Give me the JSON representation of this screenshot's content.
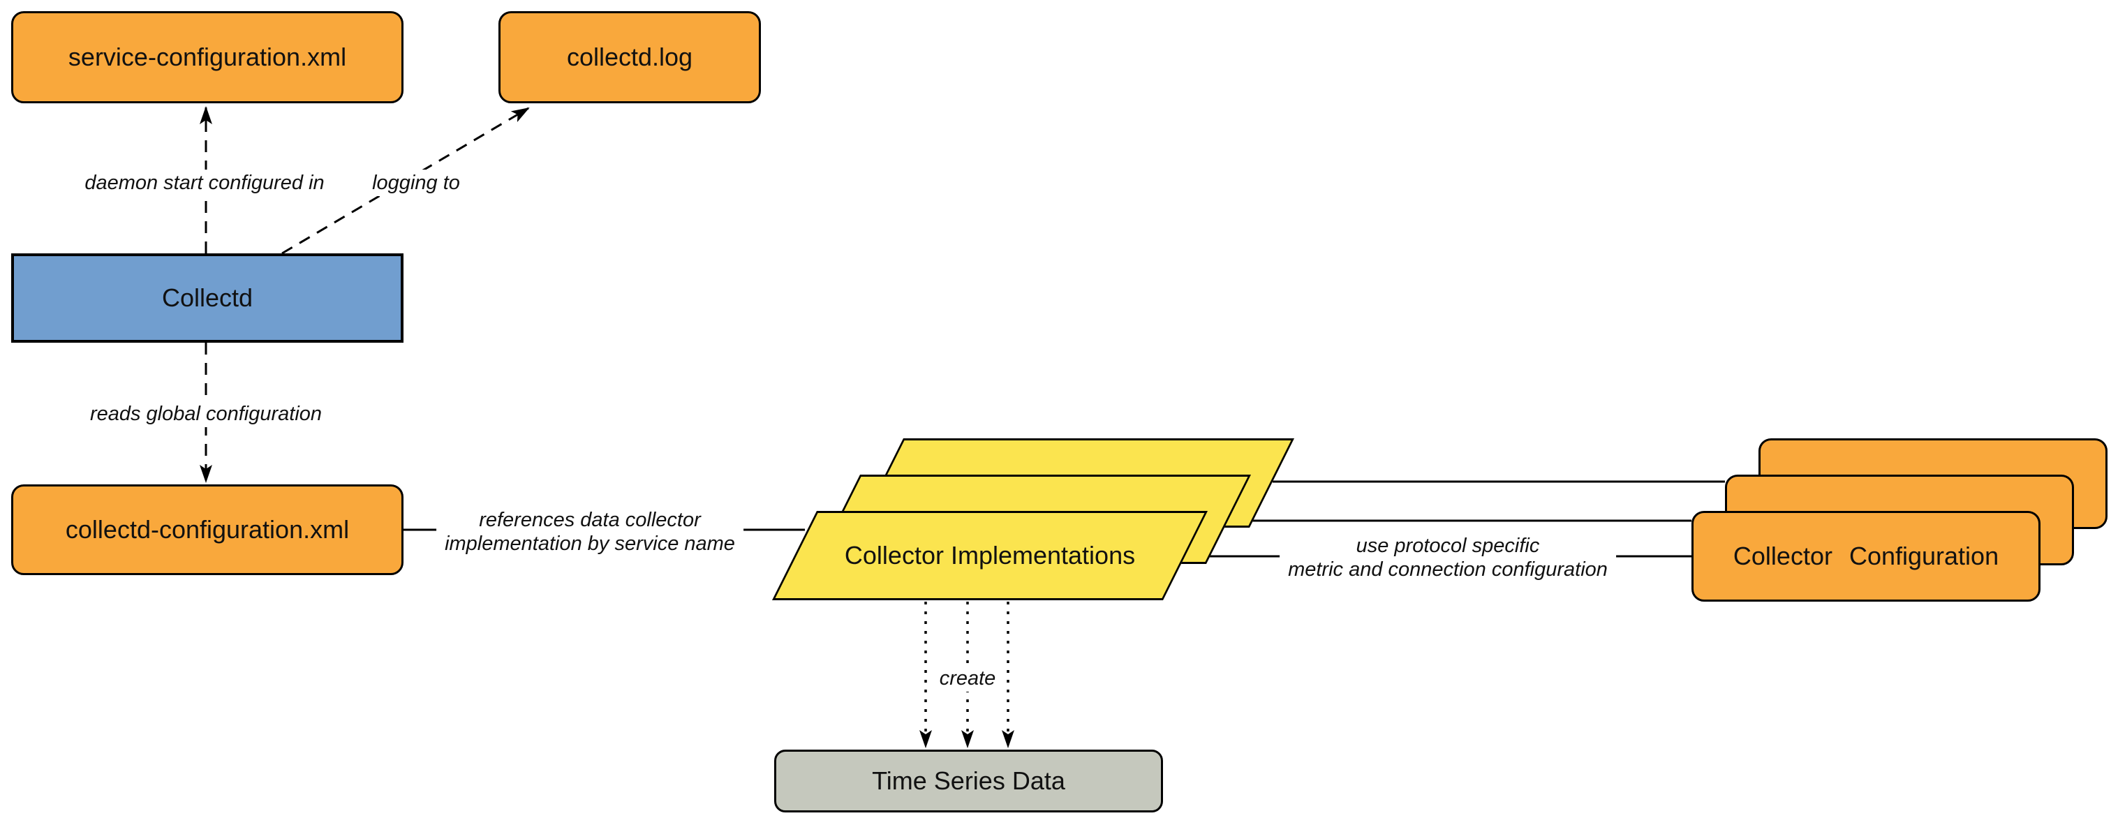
{
  "diagram": {
    "nodes": {
      "service_configuration": "service-configuration.xml",
      "collectd_log": "collectd.log",
      "collectd": "Collectd",
      "collectd_configuration": "collectd-configuration.xml",
      "collector_implementations": "Collector Implementations",
      "collector_configuration": "Collector Configuration",
      "time_series_data": "Time Series Data"
    },
    "edge_labels": {
      "daemon_start": "daemon start configured in",
      "logging_to": "logging to",
      "reads_global": "reads global configuration",
      "references": "references data collector\nimplementation by service name",
      "use_protocol": "use protocol specific\nmetric and connection configuration",
      "create": "create"
    },
    "colors": {
      "node_orange": "#F9A83C",
      "node_blue": "#719ECF",
      "node_yellow": "#FBE44F",
      "node_gray": "#C5C8BD",
      "edge": "#000000",
      "text": "#111111",
      "background": "#FFFFFF"
    }
  }
}
